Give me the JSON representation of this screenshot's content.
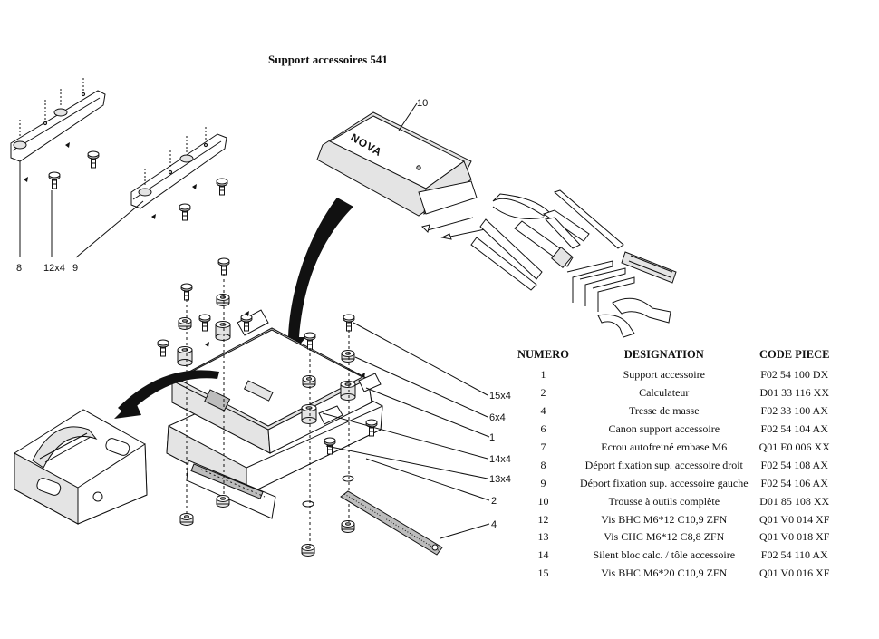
{
  "title": "Support accessoires 541",
  "cover_logo_text": "NOVA",
  "callouts": [
    {
      "id": "c10",
      "number": "10",
      "qty": ""
    },
    {
      "id": "c8",
      "number": "8",
      "qty": ""
    },
    {
      "id": "c12",
      "number": "12",
      "qty": "x4"
    },
    {
      "id": "c9",
      "number": "9",
      "qty": ""
    },
    {
      "id": "c15",
      "number": "15",
      "qty": "x4"
    },
    {
      "id": "c6",
      "number": "6",
      "qty": "x4"
    },
    {
      "id": "c1",
      "number": "1",
      "qty": ""
    },
    {
      "id": "c14",
      "number": "14",
      "qty": "x4"
    },
    {
      "id": "c13",
      "number": "13",
      "qty": "x4"
    },
    {
      "id": "c2",
      "number": "2",
      "qty": ""
    },
    {
      "id": "c4",
      "number": "4",
      "qty": ""
    }
  ],
  "table": {
    "headers": [
      "NUMERO",
      "DESIGNATION",
      "CODE PIECE"
    ],
    "rows": [
      [
        "1",
        "Support accessoire",
        "F02 54 100 DX"
      ],
      [
        "2",
        "Calculateur",
        "D01 33 116 XX"
      ],
      [
        "4",
        "Tresse de masse",
        "F02 33 100 AX"
      ],
      [
        "6",
        "Canon support accessoire",
        "F02 54 104 AX"
      ],
      [
        "7",
        "Ecrou autofreiné embase M6",
        "Q01 E0 006 XX"
      ],
      [
        "8",
        "Déport fixation sup. accessoire droit",
        "F02 54 108 AX"
      ],
      [
        "9",
        "Déport fixation sup. accessoire gauche",
        "F02 54 106 AX"
      ],
      [
        "10",
        "Trousse à outils complète",
        "D01 85 108 XX"
      ],
      [
        "12",
        "Vis BHC M6*12 C10,9 ZFN",
        "Q01 V0 014 XF"
      ],
      [
        "13",
        "Vis CHC M6*12 C8,8 ZFN",
        "Q01 V0 018 XF"
      ],
      [
        "14",
        "Silent bloc calc. / tôle accessoire",
        "F02 54 110 AX"
      ],
      [
        "15",
        "Vis BHC M6*20 C10,9 ZFN",
        "Q01 V0 016 XF"
      ]
    ]
  }
}
